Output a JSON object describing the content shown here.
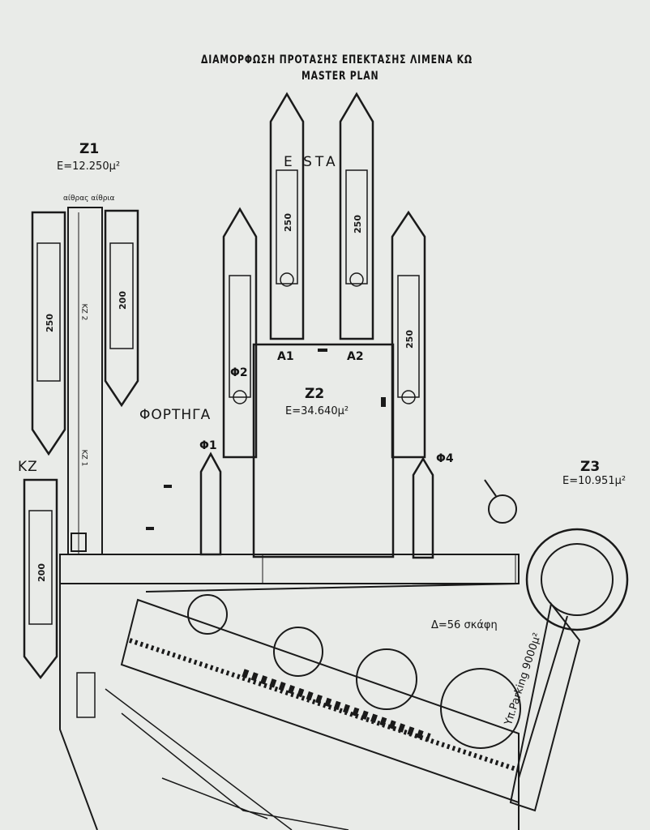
{
  "title": {
    "line1": "ΔΙΑΜΟΡΦΩΣΗ ΠΡΟΤΑΣΗΣ ΕΠΕΚΤΑΣΗΣ ΛΙΜΕΝΑ ΚΩ",
    "line2": "MASTER PLAN"
  },
  "zones": {
    "z1": {
      "name": "Z1",
      "area": "E=12.250μ²",
      "note": "αίθρας αίθρια"
    },
    "z2": {
      "name": "Z2",
      "area": "E=34.640μ²"
    },
    "z3": {
      "name": "Z3",
      "area": "E=10.951μ²"
    }
  },
  "piers": {
    "a1": "A1",
    "a2": "A2"
  },
  "labels": {
    "cargo": "ΦΟΡΤΗΓΑ",
    "kz": "KZ",
    "kz2": "KZ 2",
    "kz1": "KZ 1",
    "stars": "E STA",
    "delta": "Δ=56 σκάφη",
    "parking": "Yπ.Parking 9000μ²"
  },
  "berths": {
    "f1": "Φ1",
    "f2": "Φ2",
    "f4": "Φ4"
  },
  "ship_sizes": {
    "s_a1": "250",
    "s_a2": "250",
    "s_right": "250",
    "s_left_outer": "250",
    "s_left_inner": "200",
    "s_lower_left": "200"
  },
  "colors": {
    "background": "#e9ebe8",
    "ink": "#1a1a1a"
  }
}
